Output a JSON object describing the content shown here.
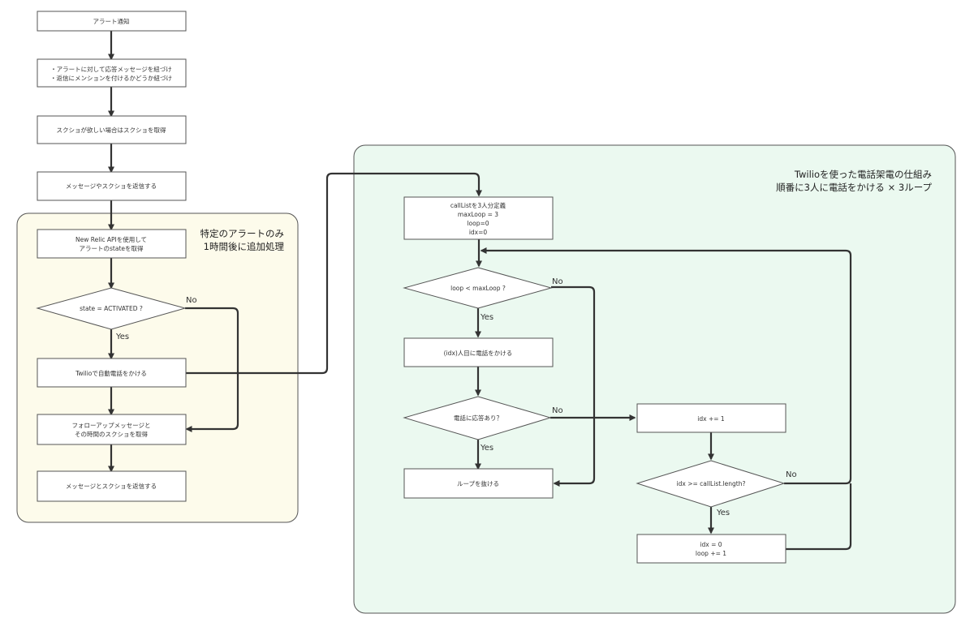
{
  "colors": {
    "group_local_fill": "#fdfbeb",
    "group_twilio_fill": "#ebf9f0",
    "group_stroke": "#555555",
    "edge": "#333333"
  },
  "groups": {
    "local": {
      "title_line1": "特定のアラートのみ",
      "title_line2": "1時間後に追加処理"
    },
    "twilio": {
      "title_line1": "Twilioを使った電話架電の仕組み",
      "title_line2": "順番に3人に電話をかける × 3ループ"
    }
  },
  "nodes": {
    "alert": {
      "text": "アラート通知"
    },
    "link_msg": {
      "line1": "・アラートに対して応答メッセージを紐づけ",
      "line2": "・返信にメンションを付けるかどうか紐づけ"
    },
    "screenshot": {
      "text": "スクショが欲しい場合はスクショを取得"
    },
    "reply": {
      "text": "メッセージやスクショを返信する"
    },
    "newrelic": {
      "line1": "New Relic APIを使用して",
      "line2": "アラートのstateを取得"
    },
    "state_check": {
      "text": "state = ACTIVATED ?"
    },
    "twilio_call": {
      "text": "Twilioで自動電話をかける"
    },
    "followup": {
      "line1": "フォローアップメッセージと",
      "line2": "その時間のスクショを取得"
    },
    "reply2": {
      "text": "メッセージとスクショを返信する"
    },
    "calllist": {
      "line1": "callListを3人分定義",
      "line2": "maxLoop = 3",
      "line3": "loop=0",
      "line4": "idx=0"
    },
    "loop_check": {
      "text": "loop < maxLoop ?"
    },
    "call_idx": {
      "text": "(idx)人目に電話をかける"
    },
    "answered": {
      "text": "電話に応答あり？"
    },
    "exit_loop": {
      "text": "ループを抜ける"
    },
    "idx_inc": {
      "text": "idx += 1"
    },
    "idx_check": {
      "text": "idx >= callList.length?"
    },
    "reset": {
      "line1": "idx = 0",
      "line2": "loop += 1"
    }
  },
  "edge_labels": {
    "state_no": "No",
    "state_yes": "Yes",
    "loop_no": "No",
    "loop_yes": "Yes",
    "answered_no": "No",
    "answered_yes": "Yes",
    "idx_no": "No",
    "idx_yes": "Yes"
  }
}
